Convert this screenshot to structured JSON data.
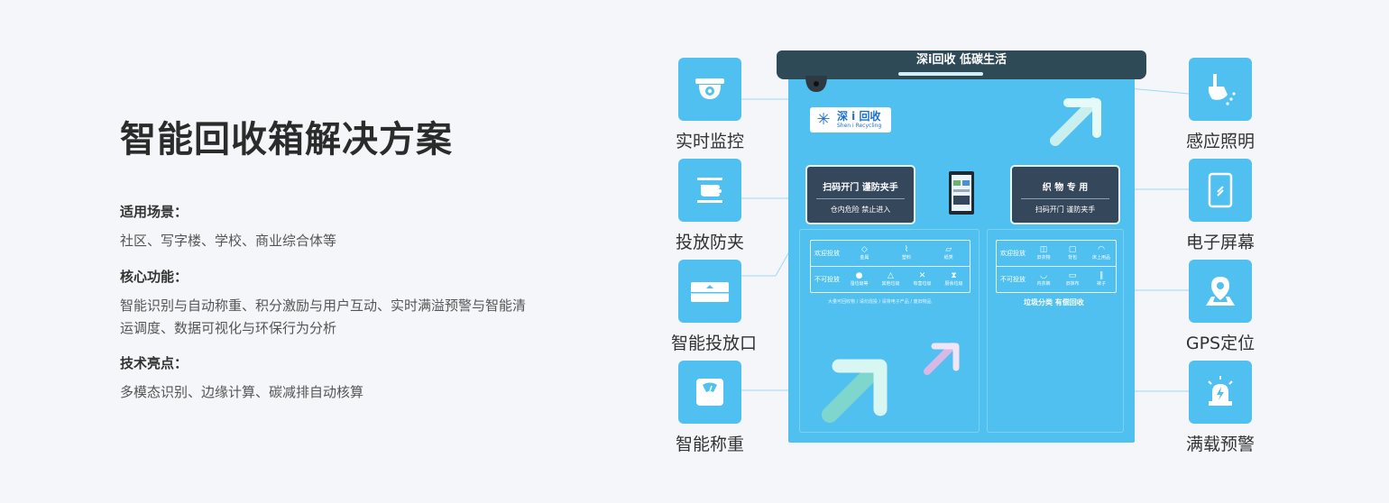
{
  "page": {
    "title": "智能回收箱解决方案",
    "sections": [
      {
        "heading": "适用场景：",
        "body": "社区、写字楼、学校、商业综合体等"
      },
      {
        "heading": "核心功能：",
        "body": "智能识别与自动称重、积分激励与用户互动、实时满溢预警与智能清运调度、数据可视化与环保行为分析"
      },
      {
        "heading": "技术亮点：",
        "body": "多模态识别、边缘计算、碳减排自动核算"
      }
    ]
  },
  "features_left": [
    {
      "label": "实时监控",
      "icon": "camera-icon"
    },
    {
      "label": "投放防夹",
      "icon": "hand-icon"
    },
    {
      "label": "智能投放口",
      "icon": "drop-slot-icon"
    },
    {
      "label": "智能称重",
      "icon": "scale-icon"
    }
  ],
  "features_right": [
    {
      "label": "感应照明",
      "icon": "lamp-icon"
    },
    {
      "label": "电子屏幕",
      "icon": "screen-icon"
    },
    {
      "label": "GPS定位",
      "icon": "location-pin-icon"
    },
    {
      "label": "满载预警",
      "icon": "alarm-icon"
    }
  ],
  "cabinet": {
    "roof_text": "深i回收  低碳生活",
    "logo_cn": "深 i 回收",
    "logo_en": "Shen i Recycling",
    "left_sign": {
      "line1": "扫码开门  谨防夹手",
      "line2": "仓内危险  禁止进入"
    },
    "right_sign": {
      "line1": "织 物 专 用",
      "line2": "扫码开门  谨防夹手"
    },
    "left_panel": {
      "welcome": "欢迎投放",
      "welcome_items": [
        "金属",
        "塑料",
        "纸类"
      ],
      "forbid": "不可投放",
      "forbid_items": [
        "湿垃圾等",
        "其他垃圾",
        "有害垃圾",
        "厨余垃圾"
      ],
      "note": "大量可回收物 / 请勿混投 / 请将电子产品 / 废旧物品"
    },
    "right_panel": {
      "welcome": "欢迎投放",
      "welcome_items": [
        "旧衣物",
        "背包",
        "床上用品"
      ],
      "forbid": "不可投放",
      "forbid_items": [
        "内衣裤",
        "旧抹布",
        "袜子"
      ],
      "footer": "垃圾分类  有偿回收"
    }
  },
  "colors": {
    "accent": "#4fc0f0",
    "roof": "#2e4a56",
    "sign": "#35475a",
    "background": "#f4f6f9"
  }
}
